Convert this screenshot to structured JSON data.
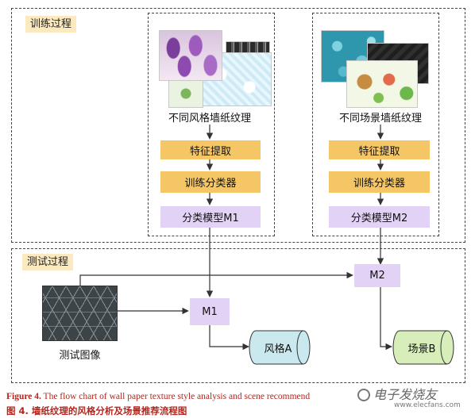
{
  "sections": {
    "train_label": "训练过程",
    "test_label": "测试过程"
  },
  "style_branch": {
    "caption": "不同风格墙纸纹理",
    "feature": "特征提取",
    "train_clf": "训练分类器",
    "model": "分类模型M1"
  },
  "scene_branch": {
    "caption": "不同场景墙纸纹理",
    "feature": "特征提取",
    "train_clf": "训练分类器",
    "model": "分类模型M2"
  },
  "test": {
    "image_caption": "测试图像",
    "m1": "M1",
    "m2": "M2",
    "result_a": "风格A",
    "result_b": "场景B"
  },
  "figure": {
    "en_label": "Figure 4.",
    "en_text": " The flow chart of wall paper texture style analysis and scene recommend",
    "cn": "图 4.  墙纸纹理的风格分析及场景推荐流程图"
  },
  "watermark": {
    "text": "电子发烧友",
    "sub": "www.elecfans.com"
  },
  "colors": {
    "feature_box": "#f5c666",
    "model_box": "#e2d2f5",
    "result_a_fill": "#c9e9ee",
    "result_b_fill": "#d7eebb",
    "caption_red": "#b3261e"
  }
}
